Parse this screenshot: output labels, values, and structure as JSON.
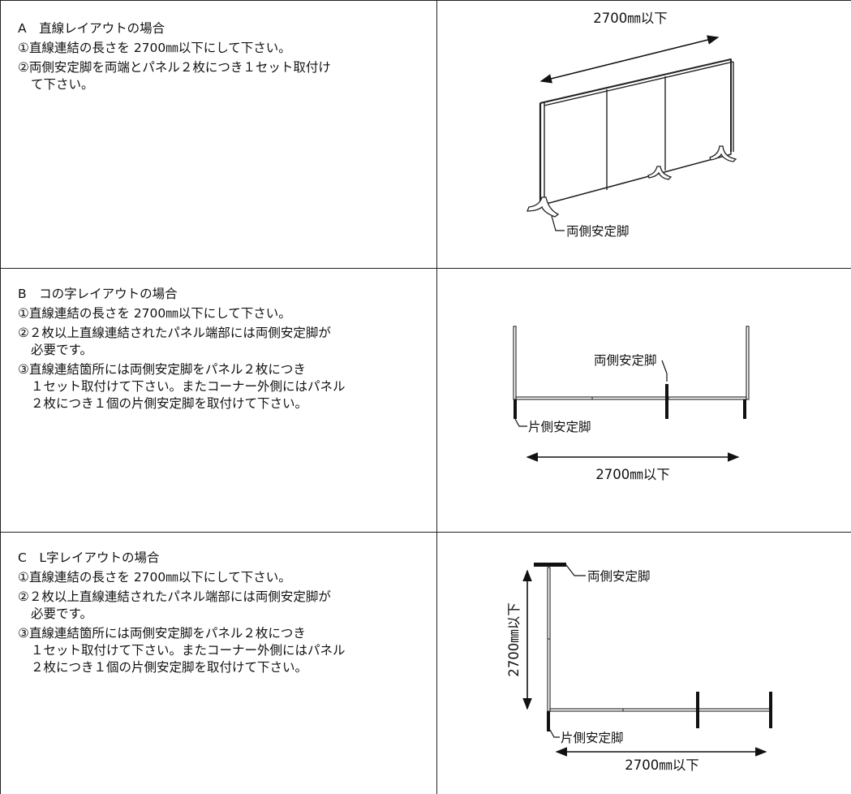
{
  "sections": [
    {
      "title": "A　直線レイアウトの場合",
      "items": [
        "①直線連結の長さを 2700㎜以下にして下さい。",
        "②両側安定脚を両端とパネル２枚につき１セット取付け\nて下さい。"
      ],
      "figure": {
        "dimension_label": "2700㎜以下",
        "foot_label": "両側安定脚"
      }
    },
    {
      "title": "B　コの字レイアウトの場合",
      "items": [
        "①直線連結の長さを 2700㎜以下にして下さい。",
        "②２枚以上直線連結されたパネル端部には両側安定脚が\n必要です。",
        "③直線連結箇所には両側安定脚をパネル２枚につき\n１セット取付けて下さい。またコーナー外側にはパネル\n２枚につき１個の片側安定脚を取付けて下さい。"
      ],
      "figure": {
        "both_foot_label": "両側安定脚",
        "single_foot_label": "片側安定脚",
        "dimension_label": "2700㎜以下"
      }
    },
    {
      "title": "C　L字レイアウトの場合",
      "items": [
        "①直線連結の長さを 2700㎜以下にして下さい。",
        "②２枚以上直線連結されたパネル端部には両側安定脚が\n必要です。",
        "③直線連結箇所には両側安定脚をパネル２枚につき\n１セット取付けて下さい。またコーナー外側にはパネル\n２枚につき１個の片側安定脚を取付けて下さい。"
      ],
      "figure": {
        "both_foot_label": "両側安定脚",
        "vertical_dimension_label": "2700㎜以下",
        "single_foot_label": "片側安定脚",
        "dimension_label": "2700㎜以下"
      }
    }
  ]
}
